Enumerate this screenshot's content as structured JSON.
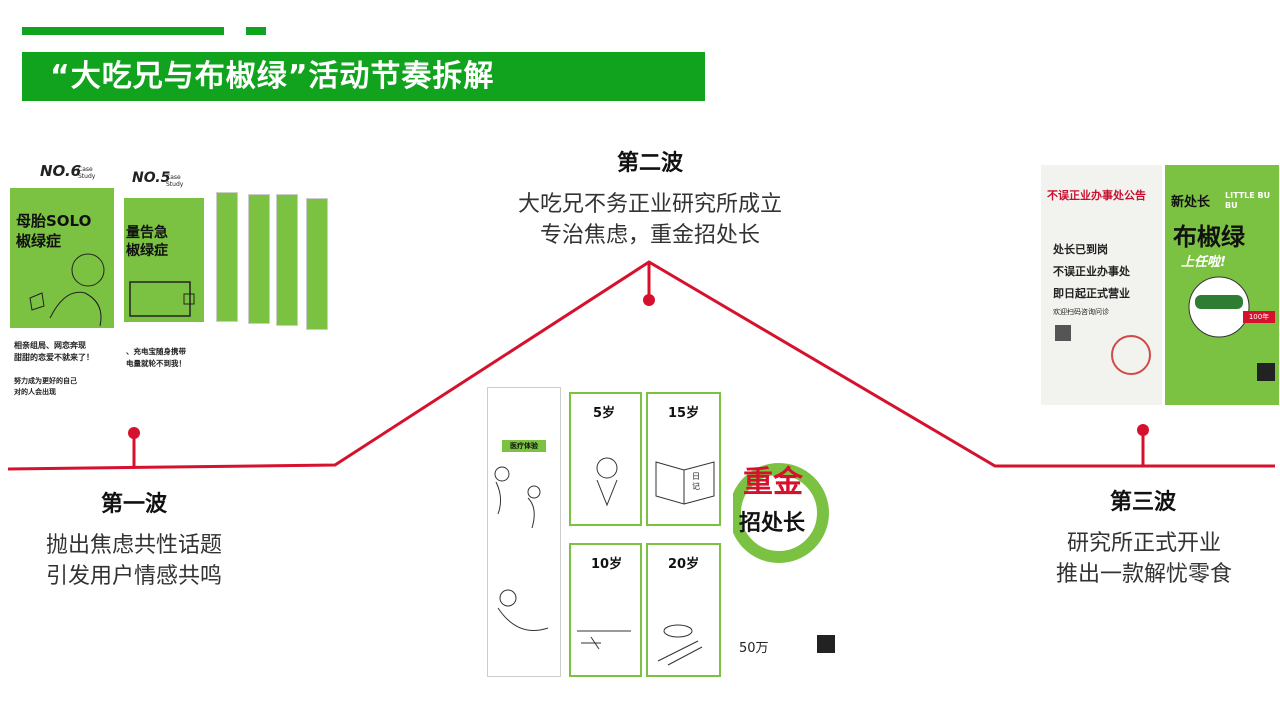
{
  "title": "“大吃兄与布椒绿”活动节奏拆解",
  "colors": {
    "brand_green": "#12a31e",
    "timeline_red": "#d6112e",
    "poster_green": "#7cc242"
  },
  "waves": [
    {
      "title": "第一波",
      "desc": [
        "抛出焦虑共性话题",
        "引发用户情感共鸣"
      ]
    },
    {
      "title": "第二波",
      "desc": [
        "大吃兄不务正业研究所成立",
        "专治焦虑，重金招处长"
      ]
    },
    {
      "title": "第三波",
      "desc": [
        "研究所正式开业",
        "推出一款解忧零食"
      ]
    }
  ],
  "wave1_posters": {
    "case6": "NO.6",
    "case6_label": "Case Study",
    "case6_head": [
      "母胎SOLO",
      "椒绿症"
    ],
    "case6_lines": [
      "相亲组局、网恋奔现",
      "甜甜的恋爱不就来了！",
      "努力成为更好的自己",
      "对的人会出现"
    ],
    "case5": "NO.5",
    "case5_label": "Case Study",
    "case5_head": [
      "量告急",
      "椒绿症"
    ],
    "case5_lines": [
      "、充电宝随身携带",
      "电量就轮不到我！"
    ]
  },
  "wave2_posters": {
    "ages": [
      "5岁",
      "15岁",
      "10岁",
      "20岁"
    ],
    "badge": "医疗体验",
    "right_head": [
      "重金",
      "招处长"
    ],
    "right_sub": "50万",
    "notebook": "日记"
  },
  "wave3_posters": {
    "notice_title": "不误正业办事处公告",
    "notice_lines": [
      "处长已到岗",
      "不误正业办事处",
      "即日起正式营业"
    ],
    "notice_footer": "欢迎扫码咨询问诊",
    "hero_top": "新处长",
    "hero_en": "LITTLE BU BU",
    "hero_name": "布椒绿",
    "hero_tag": "上任啦!",
    "hero_badge": "100年"
  }
}
